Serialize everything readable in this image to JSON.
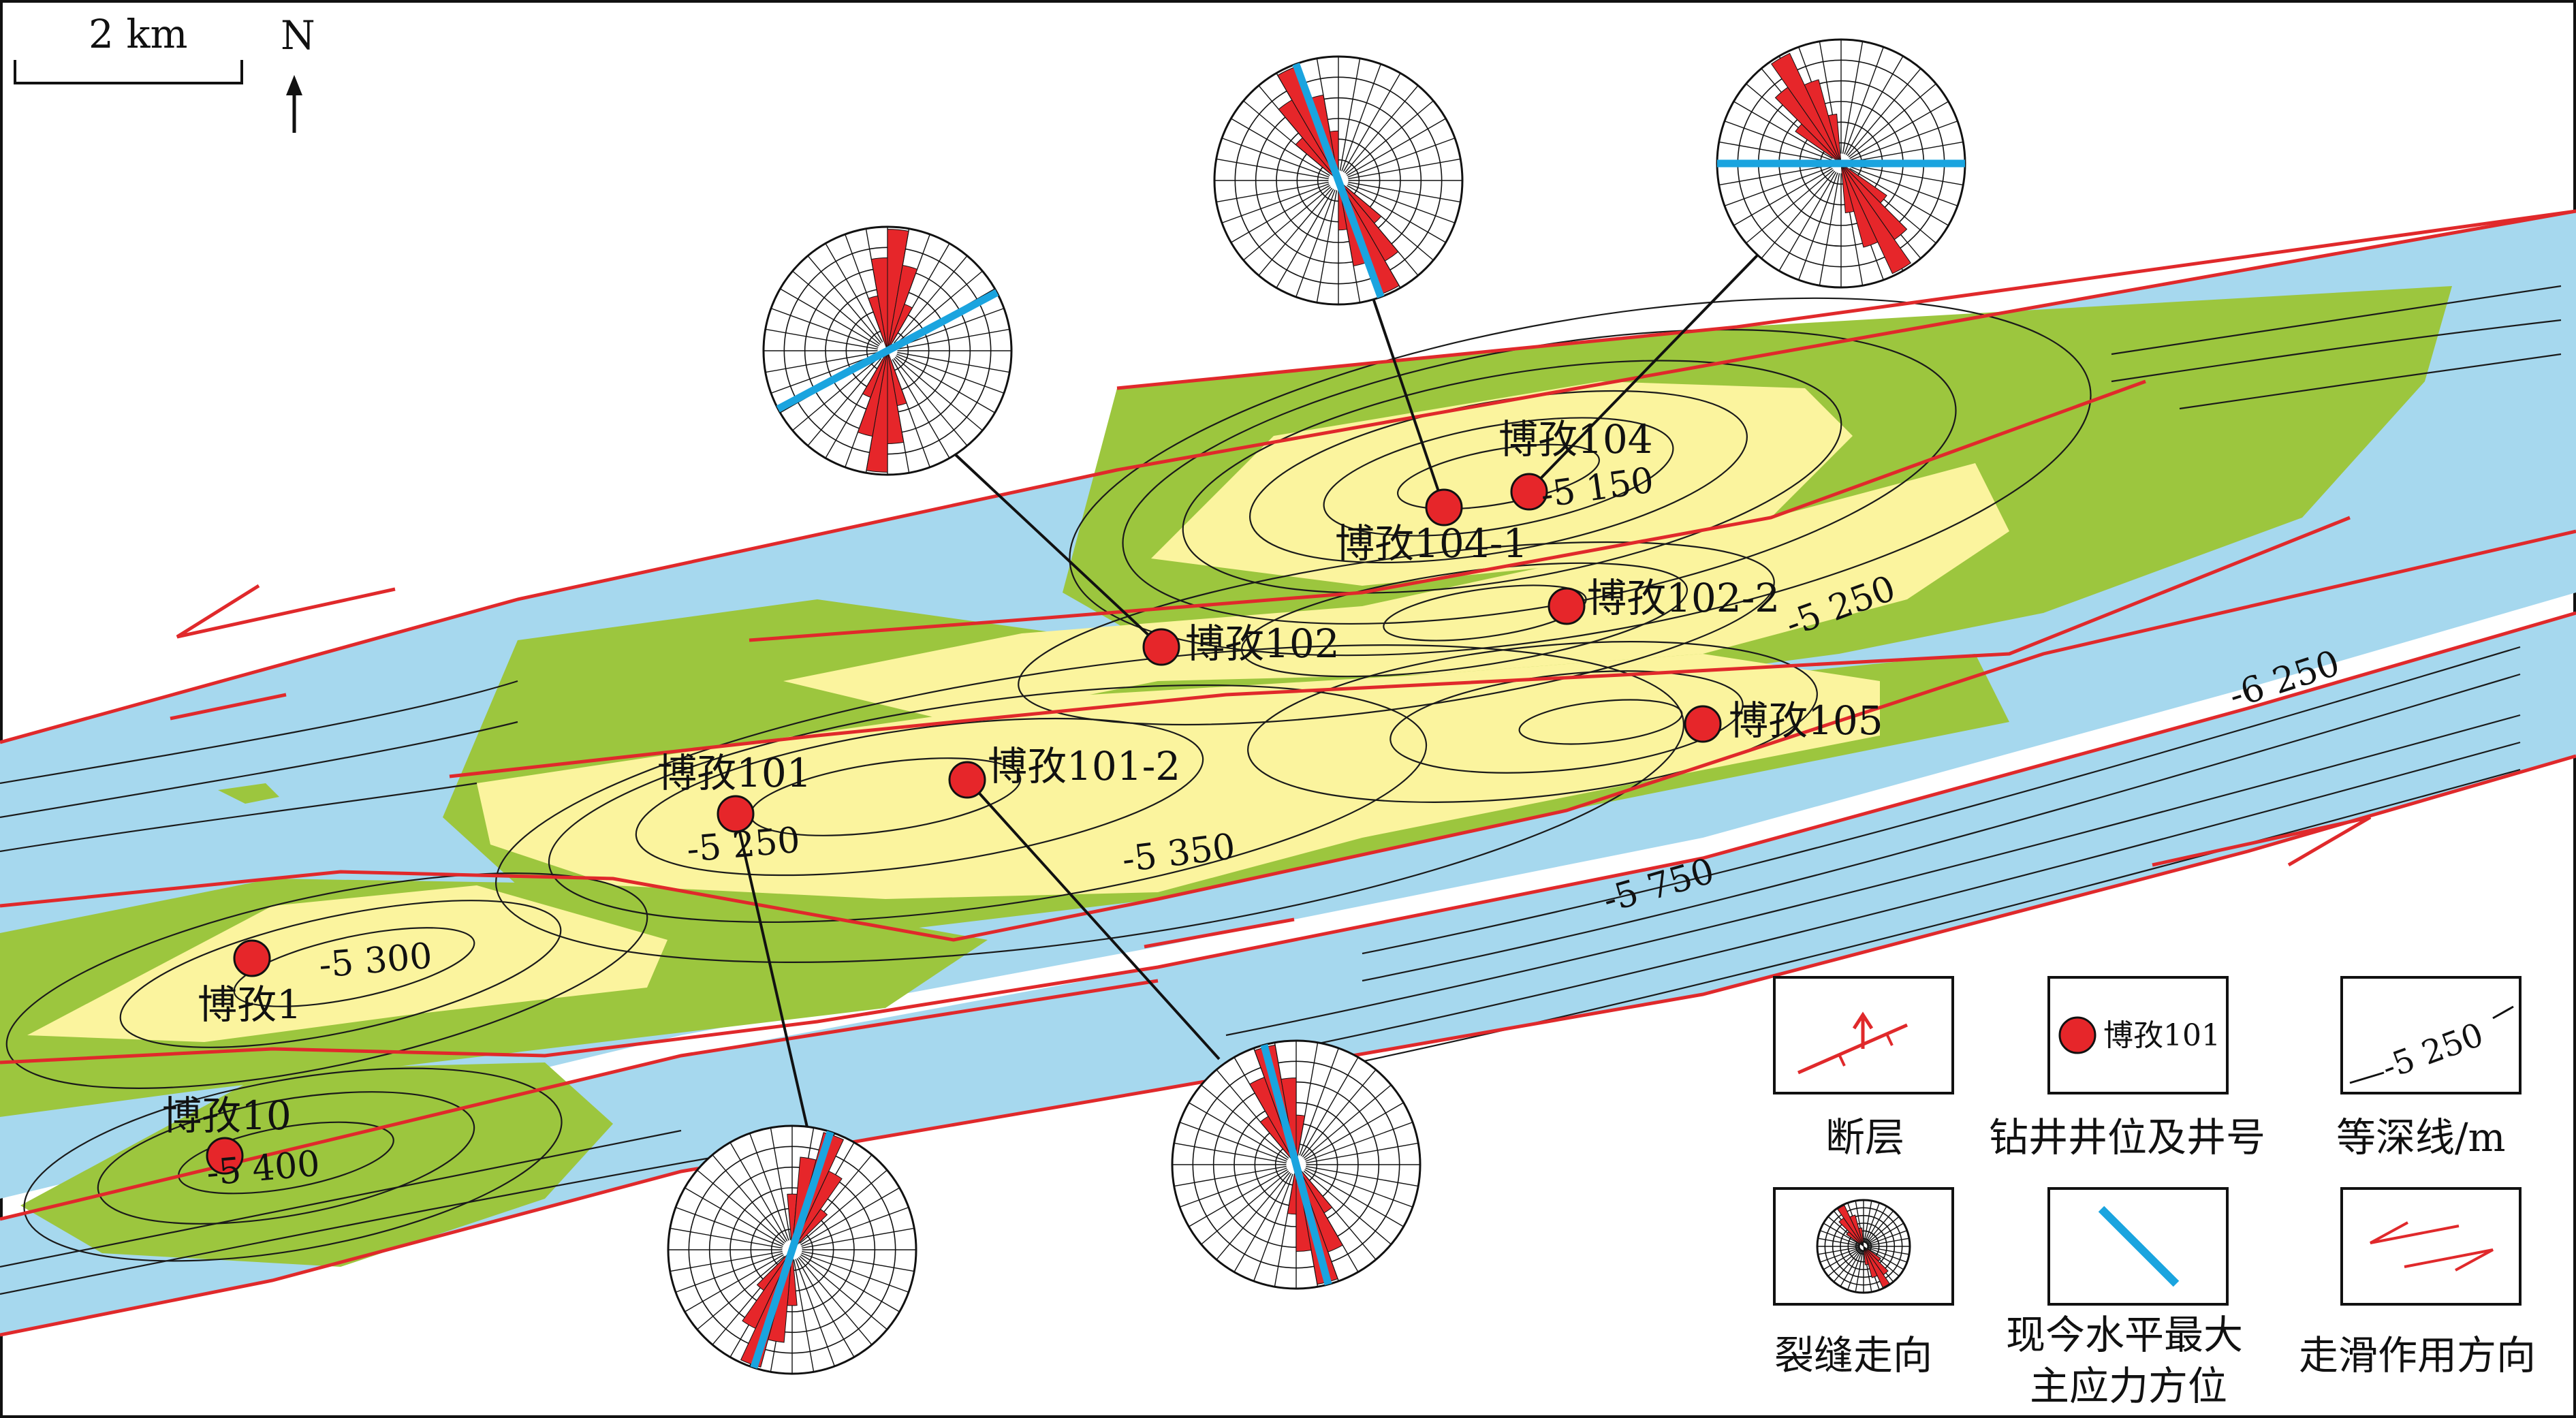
{
  "scale_bar": {
    "label": "2 km"
  },
  "north_arrow": {
    "label": "N"
  },
  "colors": {
    "deep_zone": "#a6d8ee",
    "mid_zone": "#9cc63e",
    "high_zone": "#fbf49e",
    "fault_line": "#e0292b",
    "well_marker": "#e6262a",
    "max_stress": "#1aa4df",
    "fracture_petal": "#e6262a"
  },
  "wells": [
    {
      "id": "w104",
      "label": "博孜104"
    },
    {
      "id": "w104-1",
      "label": "博孜104-1"
    },
    {
      "id": "w102",
      "label": "博孜102"
    },
    {
      "id": "w102-2",
      "label": "博孜102-2"
    },
    {
      "id": "w105",
      "label": "博孜105"
    },
    {
      "id": "w101",
      "label": "博孜101"
    },
    {
      "id": "w101-2",
      "label": "博孜101-2"
    },
    {
      "id": "w1",
      "label": "博孜1"
    },
    {
      "id": "w10",
      "label": "博孜10"
    }
  ],
  "contour_labels": [
    {
      "id": "c5150",
      "label": "-5 150"
    },
    {
      "id": "c5250a",
      "label": "-5 250"
    },
    {
      "id": "c5250b",
      "label": "-5 250"
    },
    {
      "id": "c5300",
      "label": "-5 300"
    },
    {
      "id": "c5350",
      "label": "-5 350"
    },
    {
      "id": "c5400",
      "label": "-5 400"
    },
    {
      "id": "c5750",
      "label": "-5 750"
    },
    {
      "id": "c6250",
      "label": "-6 250"
    }
  ],
  "rose_diagrams": [
    {
      "id": "rose-w102",
      "well": "博孜102",
      "fracture_strike_deg": 5,
      "max_stress_deg": 62
    },
    {
      "id": "rose-w104-1",
      "well": "博孜104-1",
      "fracture_strike_deg": 155,
      "max_stress_deg": 160
    },
    {
      "id": "rose-w104",
      "well": "博孜104",
      "fracture_strike_deg": 150,
      "max_stress_deg": 90
    },
    {
      "id": "rose-w101",
      "well": "博孜101",
      "fracture_strike_deg": 20,
      "max_stress_deg": 18
    },
    {
      "id": "rose-w101-2",
      "well": "博孜101-2",
      "fracture_strike_deg": 165,
      "max_stress_deg": 165
    }
  ],
  "legend": {
    "fault": "断层",
    "well_sample": "博孜101",
    "well": "钻井井位及井号",
    "contour_sample": "-5 250",
    "contour": "等深线/m",
    "fracture": "裂缝走向",
    "stress_line1": "现今水平最大",
    "stress_line2": "主应力方位",
    "strike_slip": "走滑作用方向"
  }
}
